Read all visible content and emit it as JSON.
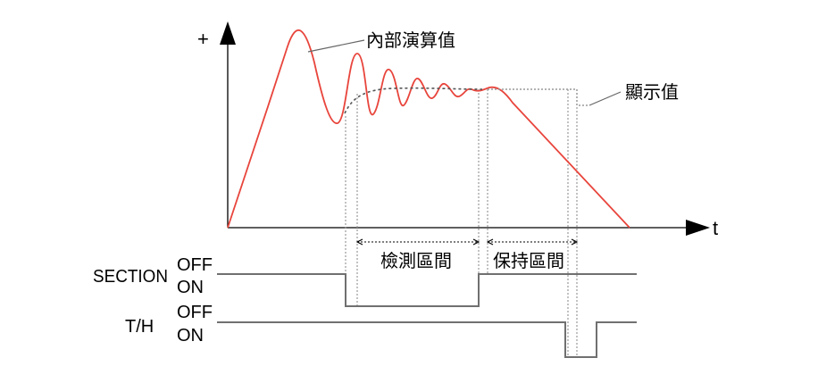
{
  "axis": {
    "plus": "+",
    "t": "t"
  },
  "labels": {
    "internal_value": "內部演算值",
    "display_value": "顯示值",
    "detect_interval": "檢測區間",
    "hold_interval": "保持區間"
  },
  "signals": {
    "section": {
      "name": "SECTION",
      "off": "OFF",
      "on": "ON"
    },
    "th": {
      "name": "T/H",
      "off": "OFF",
      "on": "ON"
    }
  },
  "colors": {
    "internal": "#e8453c",
    "display": "#555555",
    "signal": "#707070"
  }
}
